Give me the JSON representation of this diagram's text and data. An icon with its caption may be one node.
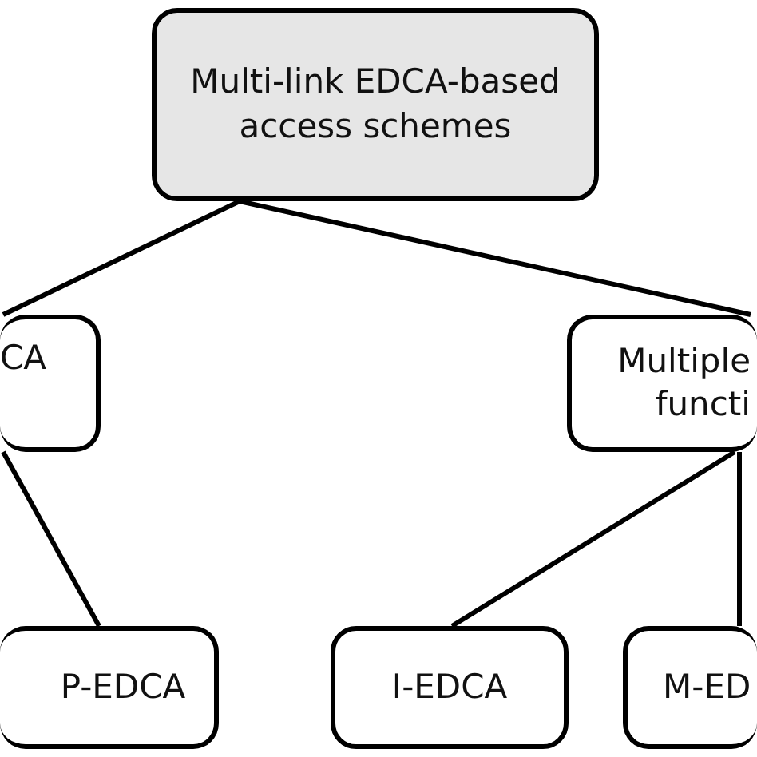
{
  "diagram": {
    "nodes": [
      {
        "text": [
          "Multi-link EDCA-based access schemes"
        ]
      },
      {
        "text": [
          "CA"
        ]
      },
      {
        "text": [
          "Multiple functi"
        ]
      },
      {
        "text": [
          "P-EDCA"
        ]
      },
      {
        "text": [
          "I-EDCA"
        ]
      },
      {
        "text": [
          "M-ED"
        ]
      }
    ],
    "edges": [
      {
        "from": 0,
        "to": 1,
        "arrow": "none"
      },
      {
        "from": 0,
        "to": 2,
        "arrow": "none"
      },
      {
        "from": 1,
        "to": 3,
        "arrow": "none"
      },
      {
        "from": 2,
        "to": 4,
        "arrow": "none"
      },
      {
        "from": 2,
        "to": 5,
        "arrow": "none"
      }
    ]
  }
}
